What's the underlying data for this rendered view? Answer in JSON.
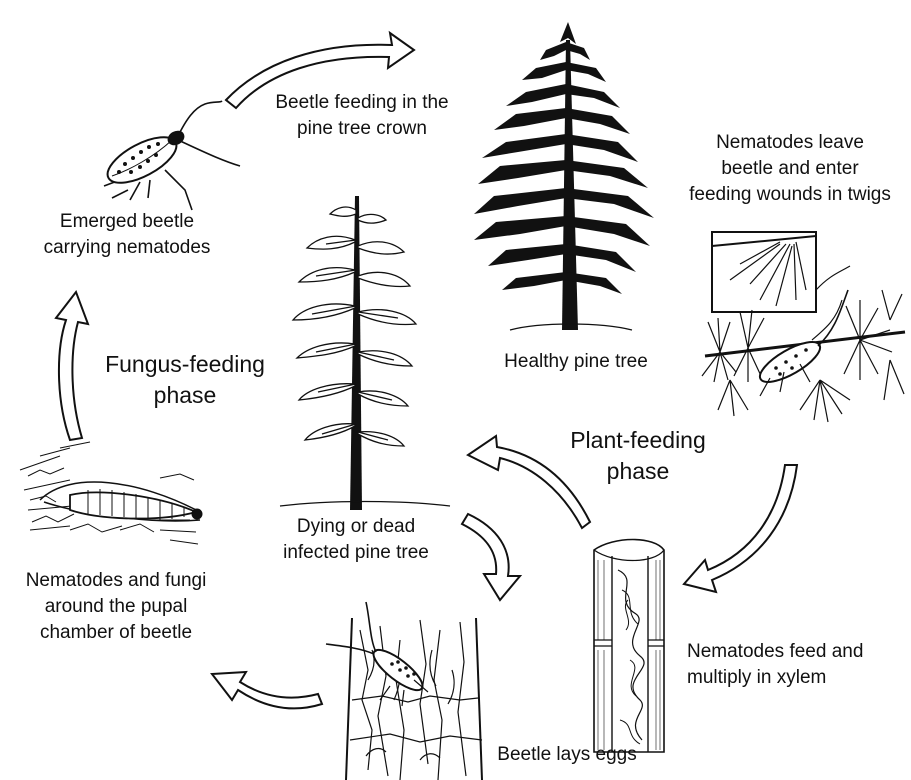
{
  "labels": {
    "beetle_feeding": [
      "Beetle feeding in the",
      "pine tree crown"
    ],
    "emerged_beetle": [
      "Emerged beetle",
      "carrying nematodes"
    ],
    "nematodes_leave": [
      "Nematodes leave",
      "beetle and enter",
      "feeding wounds in twigs"
    ],
    "healthy_tree": [
      "Healthy pine tree"
    ],
    "dying_tree": [
      "Dying or dead",
      "infected pine tree"
    ],
    "nematodes_fungi": [
      "Nematodes and fungi",
      "around the pupal",
      "chamber of beetle"
    ],
    "nematodes_feed": [
      "Nematodes feed and",
      "multiply in xylem"
    ],
    "beetle_lays": [
      "Beetle lays eggs"
    ]
  },
  "phases": {
    "fungus": [
      "Fungus-feeding",
      "phase"
    ],
    "plant": [
      "Plant-feeding",
      "phase"
    ]
  },
  "colors": {
    "ink": "#111111",
    "paper": "#ffffff"
  },
  "icons": [
    "beetle-icon",
    "pine-tree-icon",
    "larva-icon",
    "wood-section-icon",
    "bark-icon",
    "cycle-arrow-icon"
  ]
}
